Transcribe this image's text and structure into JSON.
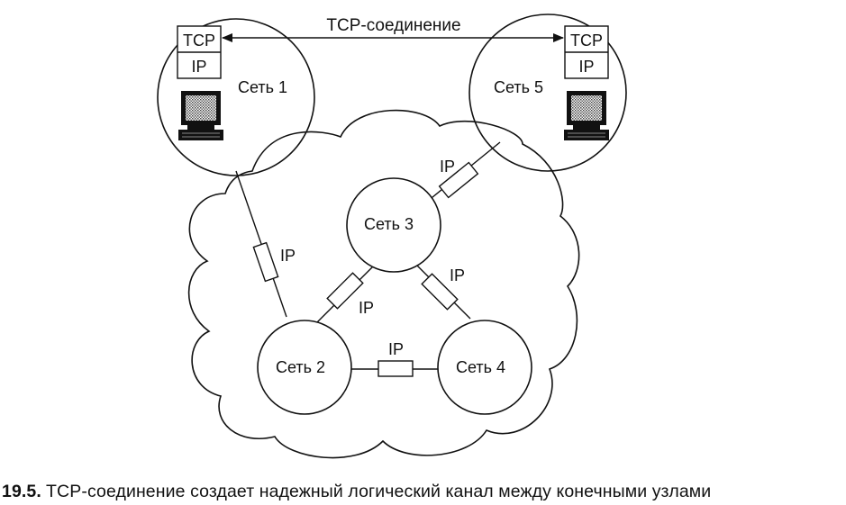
{
  "connection_label": "TCP-соединение",
  "networks": {
    "n1": "Сеть 1",
    "n2": "Сеть 2",
    "n3": "Сеть 3",
    "n4": "Сеть 4",
    "n5": "Сеть 5"
  },
  "stack": {
    "tcp": "TCP",
    "ip": "IP"
  },
  "router_label": "IP",
  "caption": {
    "number": "19.5.",
    "text": "TCP-соединение создает надежный логический канал между конечными узлами"
  }
}
